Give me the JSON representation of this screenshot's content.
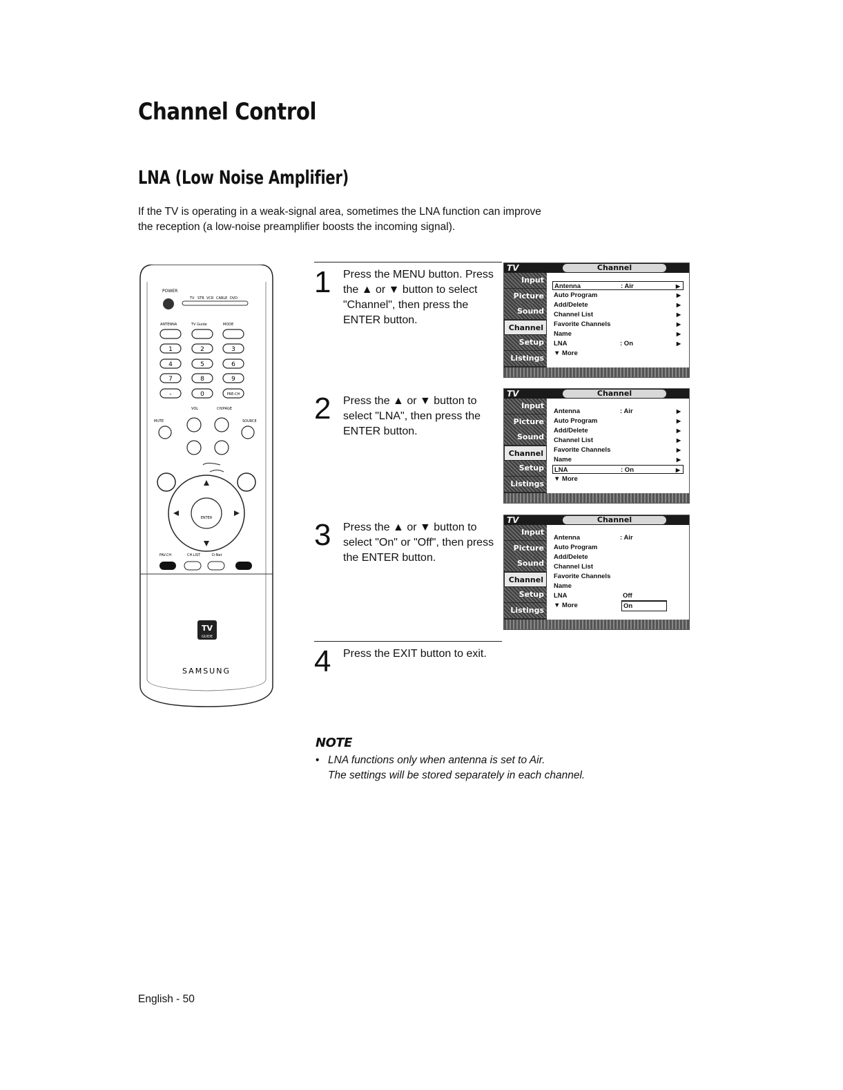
{
  "page": {
    "section_title": "Channel Control",
    "subtitle": "LNA (Low Noise Amplifier)",
    "intro_line1": "If the TV is operating in a weak-signal area, sometimes the LNA function can improve",
    "intro_line2": "the reception (a low-noise preamplifier boosts the incoming signal).",
    "footer": "English - 50"
  },
  "remote": {
    "top_labels": [
      "POWER",
      "TV",
      "STB",
      "VCR",
      "CABLE",
      "DVD"
    ],
    "labels_row2": [
      "ANTENNA",
      "TV Guide",
      "MODE"
    ],
    "digits": [
      "1",
      "2",
      "3",
      "4",
      "5",
      "6",
      "7",
      "8",
      "9",
      "-",
      "0",
      "PRE-CH"
    ],
    "mid_labels": [
      "VOL",
      "CH/PAGE",
      "MUTE",
      "SOURCE"
    ],
    "center_label": "ENTER",
    "bottom_labels": [
      "FAV.CH",
      "CH.LIST",
      "D-Net"
    ],
    "logo": "TV GUIDE",
    "brand": "SAMSUNG"
  },
  "steps": [
    {
      "num": "1",
      "text": "Press the MENU button. Press the ▲ or ▼ button to select \"Channel\", then press the ENTER button."
    },
    {
      "num": "2",
      "text": "Press the ▲ or ▼ button to select \"LNA\", then press the ENTER button."
    },
    {
      "num": "3",
      "text": "Press the ▲ or ▼ button to select \"On\" or \"Off\", then press the ENTER button."
    },
    {
      "num": "4",
      "text": "Press the EXIT button to exit."
    }
  ],
  "osd": {
    "tv_tag": "TV",
    "header": "Channel",
    "side_items": [
      "Input",
      "Picture",
      "Sound",
      "Channel",
      "Setup",
      "Listings"
    ],
    "menu_items": [
      {
        "label": "Antenna",
        "value": ": Air"
      },
      {
        "label": "Auto Program",
        "value": ""
      },
      {
        "label": "Add/Delete",
        "value": ""
      },
      {
        "label": "Channel List",
        "value": ""
      },
      {
        "label": "Favorite Channels",
        "value": ""
      },
      {
        "label": "Name",
        "value": ""
      },
      {
        "label": "LNA",
        "value": ": On"
      },
      {
        "label": "▼ More",
        "value": ""
      }
    ],
    "popup_options": [
      "Off",
      "On"
    ],
    "arrow": "▶"
  },
  "note": {
    "title": "NOTE",
    "bullet": "•",
    "line1": "LNA functions only when antenna is set to Air.",
    "line2": "The settings will be stored separately in each channel."
  }
}
